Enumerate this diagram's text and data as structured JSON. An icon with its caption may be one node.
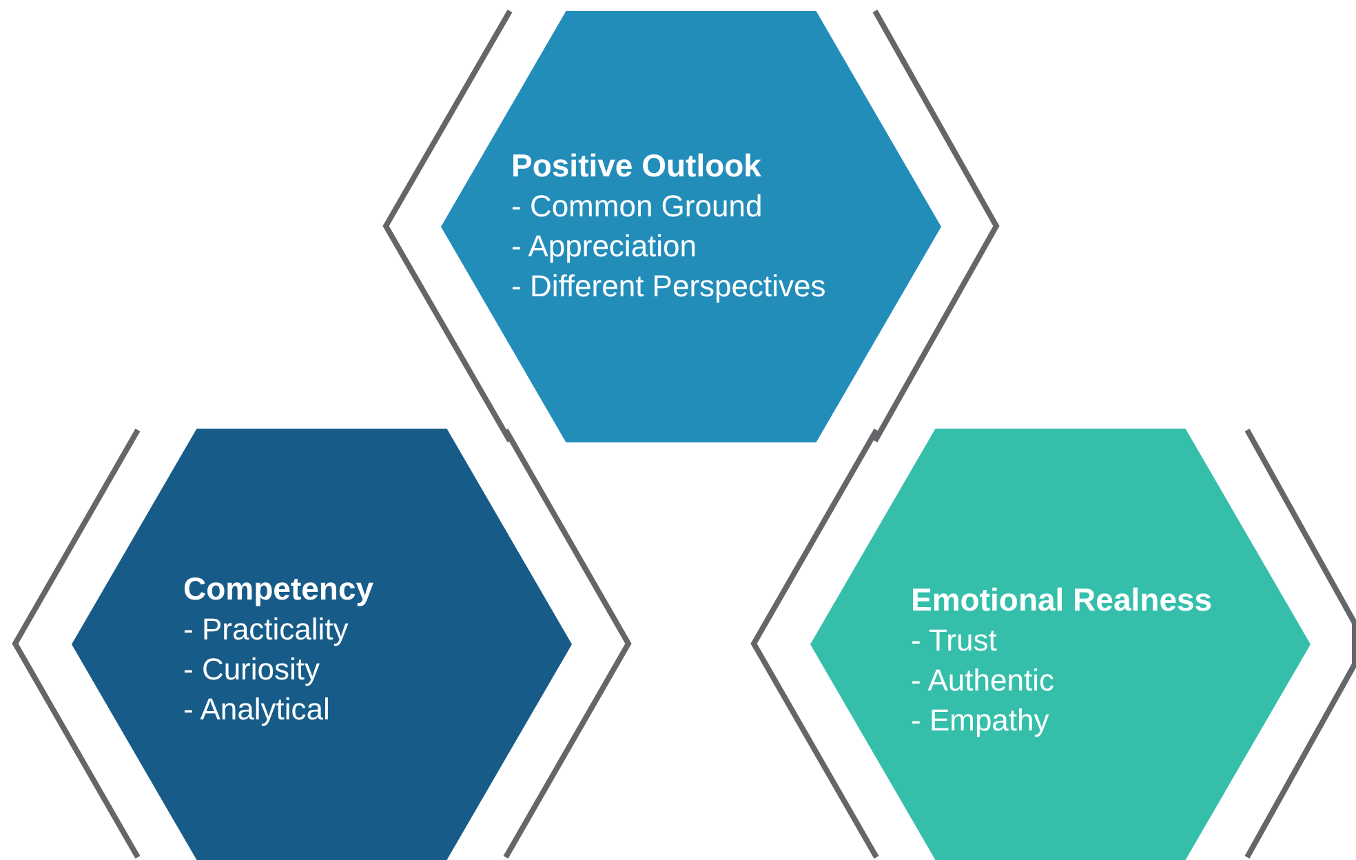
{
  "diagram": {
    "nodes": [
      {
        "text": [
          "Positive Outlook",
          "- Common Ground",
          "- Appreciation",
          "- Different Perspectives"
        ]
      },
      {
        "text": [
          "Competency",
          "- Practicality",
          "- Curiosity",
          "- Analytical"
        ]
      },
      {
        "text": [
          "Emotional Realness",
          "- Trust",
          "- Authentic",
          "- Empathy"
        ]
      }
    ]
  }
}
